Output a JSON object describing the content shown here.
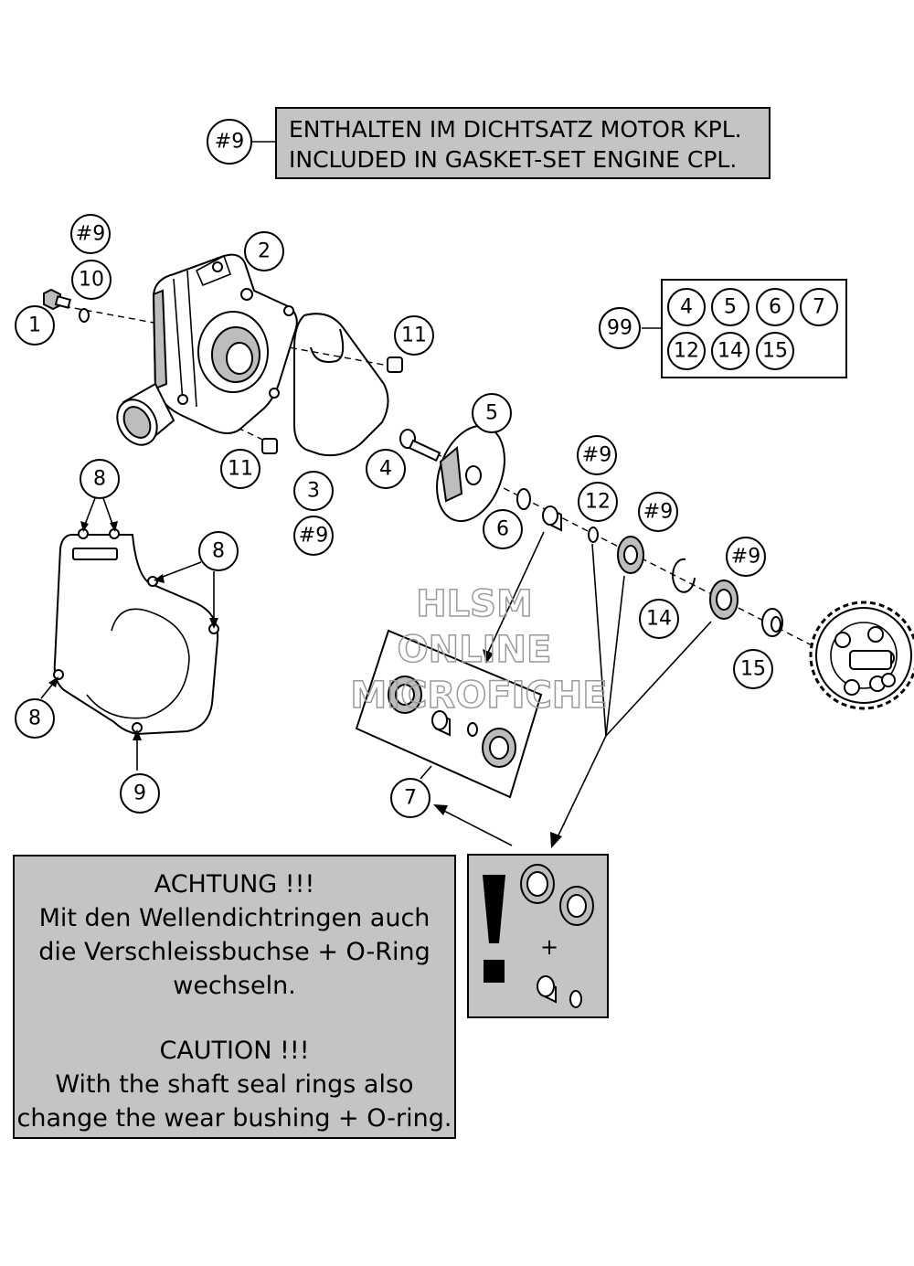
{
  "gasket_note": {
    "ref": "#9",
    "line_de": "ENTHALTEN IM DICHTSATZ MOTOR KPL.",
    "line_en": "INCLUDED IN GASKET-SET ENGINE CPL."
  },
  "kit": {
    "ref": "99",
    "items": [
      "4",
      "5",
      "6",
      "7",
      "12",
      "14",
      "15"
    ]
  },
  "callouts": {
    "c1": "1",
    "c2": "2",
    "c3": "3",
    "c4": "4",
    "c5": "5",
    "c6": "6",
    "c7": "7",
    "c8a": "8",
    "c8b": "8",
    "c8c": "8",
    "c9": "9",
    "c10": "10",
    "c11a": "11",
    "c11b": "11",
    "c12": "12",
    "c14": "14",
    "c15": "15",
    "h9a": "#9",
    "h9b": "#9",
    "h9c": "#9",
    "h9d": "#9",
    "h9e": "#9"
  },
  "watermark": [
    "HLSM",
    "ONLINE",
    "MICROFICHE"
  ],
  "warning": {
    "de_title": "ACHTUNG !!!",
    "de_lines": [
      "Mit den Wellendichtringen auch",
      "die Verschleissbuchse + O-Ring",
      "wechseln."
    ],
    "en_title": "CAUTION !!!",
    "en_lines": [
      "With the shaft seal rings also",
      "change the wear bushing + O-ring."
    ]
  },
  "warning_pictogram": {
    "symbol": "!",
    "plus": "+"
  }
}
